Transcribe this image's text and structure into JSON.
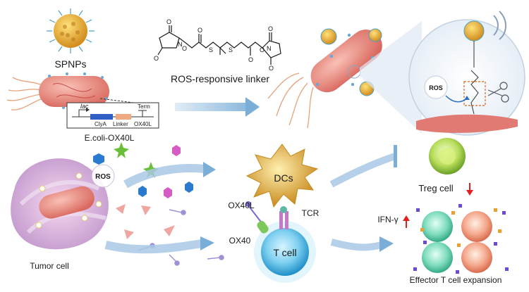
{
  "labels": {
    "spnps": "SPNPs",
    "ros_linker": "ROS-responsive linker",
    "ecoli": "E.coli-OX40L",
    "ros_top": "ROS",
    "ros_tumor": "ROS",
    "tumor_cell": "Tumor cell",
    "dcs": "DCs",
    "ox40l": "OX40L",
    "ox40": "OX40",
    "tcr": "TCR",
    "t_cell": "T cell",
    "treg": "Treg cell",
    "ifn": "IFN-γ",
    "effector": "Effector T cell expansion"
  },
  "plasmid": {
    "promoter": "lac",
    "gene1": "ClyA",
    "gene2": "Linker",
    "gene3": "OX40L",
    "terminator": "Term"
  },
  "colors": {
    "bacteria": "#e8847a",
    "nanoparticle": "#e8b93a",
    "arrow": "#8fb7d9",
    "dc": "#e0b040",
    "tcell": "#3aa7d6",
    "treg": "#9bc53d",
    "effector_green": "#5cc8a6",
    "effector_orange": "#e8846a",
    "down_arrow": "#e02020"
  }
}
